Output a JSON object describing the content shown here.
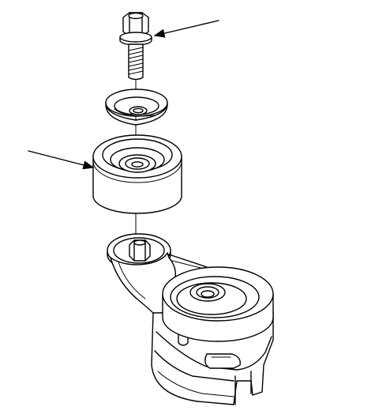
{
  "diagram": {
    "parts": [
      {
        "id": "flange-bolt",
        "label": ""
      },
      {
        "id": "washer-plate",
        "label": ""
      },
      {
        "id": "idler-pulley",
        "label": ""
      },
      {
        "id": "tensioner-assembly",
        "label": ""
      }
    ],
    "callouts": [
      {
        "id": "callout-bolt",
        "text": ""
      },
      {
        "id": "callout-pulley",
        "text": ""
      }
    ],
    "colors": {
      "line": "#000000",
      "background": "#ffffff"
    }
  }
}
